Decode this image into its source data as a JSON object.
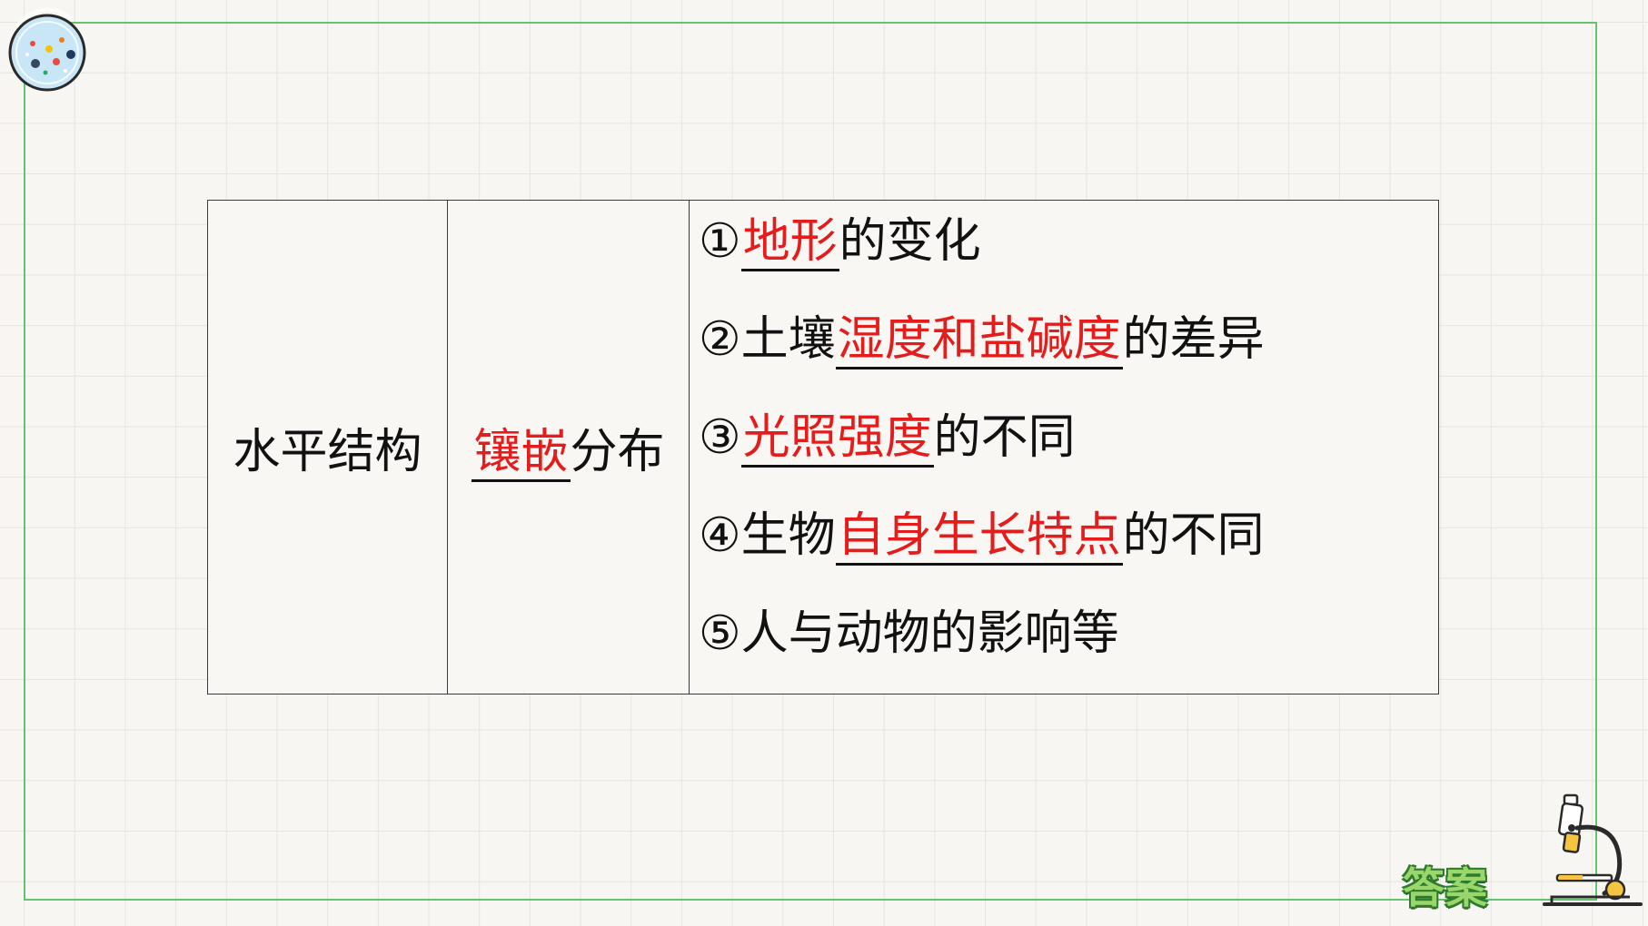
{
  "table": {
    "category": "水平结构",
    "distribution": {
      "answer": "镶嵌",
      "suffix": "分布"
    },
    "factors": [
      {
        "marker": "①",
        "prefix": "",
        "answer": "地形",
        "suffix": "的变化"
      },
      {
        "marker": "②",
        "prefix": "土壤",
        "answer": "湿度和盐碱度",
        "suffix": "的差异"
      },
      {
        "marker": "③",
        "prefix": "",
        "answer": "光照强度",
        "suffix": "的不同"
      },
      {
        "marker": "④",
        "prefix": "生物",
        "answer": "自身生长特点",
        "suffix": "的不同"
      },
      {
        "marker": "⑤",
        "prefix": "人与动物的影响等",
        "answer": "",
        "suffix": ""
      }
    ]
  },
  "answer_button": {
    "label": "答案"
  },
  "icons": {
    "top_left": "petri-dish-icon",
    "bottom_right": "microscope-icon"
  },
  "colors": {
    "answer_text": "#e51c1c",
    "frame": "#64c36e",
    "background": "#f7f6f2",
    "answer_button": "#9bd66a"
  }
}
